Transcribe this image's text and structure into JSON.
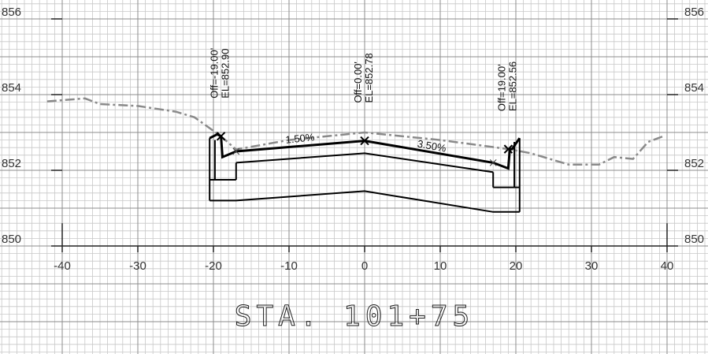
{
  "chart_data": {
    "type": "cross-section",
    "station_label": "STA.  101+75",
    "x_ticks": [
      -40,
      -30,
      -20,
      -10,
      0,
      10,
      20,
      30,
      40
    ],
    "y_ticks_left": [
      "856",
      "854",
      "852",
      "850"
    ],
    "y_ticks_right": [
      "856",
      "854",
      "852",
      "850"
    ],
    "xlim": [
      -40,
      40
    ],
    "ylim": [
      850,
      856
    ],
    "grid": true,
    "colors": {
      "grid_minor": "#c8c8c8",
      "grid_major": "#8c8c8c",
      "existing_ground": "#8a8a8a",
      "section": "#000000"
    },
    "existing_ground": [
      [
        -42.0,
        853.82
      ],
      [
        -37.0,
        853.9
      ],
      [
        -35.0,
        853.75
      ],
      [
        -30.0,
        853.7
      ],
      [
        -25.0,
        853.55
      ],
      [
        -22.5,
        853.4
      ],
      [
        -19.0,
        852.9
      ],
      [
        -17.0,
        852.55
      ],
      [
        -10.0,
        852.8
      ],
      [
        0.0,
        853.0
      ],
      [
        10.0,
        852.8
      ],
      [
        19.0,
        852.56
      ],
      [
        22.0,
        852.45
      ],
      [
        27.0,
        852.15
      ],
      [
        31.0,
        852.15
      ],
      [
        33.0,
        852.35
      ],
      [
        35.5,
        852.3
      ],
      [
        37.5,
        852.75
      ],
      [
        39.5,
        852.9
      ]
    ],
    "finished_grade": [
      [
        -20.5,
        852.85
      ],
      [
        -19.5,
        852.95
      ],
      [
        -19.0,
        852.9
      ],
      [
        -18.8,
        852.35
      ],
      [
        -17.0,
        852.5
      ],
      [
        0.0,
        852.78
      ],
      [
        17.0,
        852.2
      ],
      [
        19.0,
        852.05
      ],
      [
        19.2,
        852.56
      ],
      [
        19.5,
        852.56
      ],
      [
        20.5,
        852.85
      ]
    ],
    "subgrade_top": [
      [
        -17.0,
        852.2
      ],
      [
        0.0,
        852.45
      ],
      [
        17.0,
        851.95
      ]
    ],
    "subbase_bottom": [
      [
        -20.5,
        851.2
      ],
      [
        -17.0,
        851.2
      ],
      [
        0.0,
        851.45
      ],
      [
        17.0,
        850.9
      ],
      [
        20.5,
        850.9
      ]
    ],
    "curb_left": [
      [
        -20.5,
        851.75
      ],
      [
        -17.0,
        851.75
      ]
    ],
    "curb_right": [
      [
        17.0,
        851.55
      ],
      [
        20.5,
        851.55
      ]
    ],
    "slope_labels": [
      {
        "text": "1.50%",
        "x": -8.5,
        "y": 852.75,
        "angle_deg": -6
      },
      {
        "text": "3.50%",
        "x": 8.8,
        "y": 852.55,
        "angle_deg": 10
      }
    ],
    "point_annotations": [
      {
        "offset_text": "Off=-19.00'",
        "elev_text": "EL=852.90",
        "x": -19.0,
        "y": 852.9
      },
      {
        "offset_text": "Off=0.00'",
        "elev_text": "EL=852.78",
        "x": 0.0,
        "y": 852.78
      },
      {
        "offset_text": "Off=19.00'",
        "elev_text": "EL=852.56",
        "x": 19.0,
        "y": 852.56
      }
    ]
  }
}
